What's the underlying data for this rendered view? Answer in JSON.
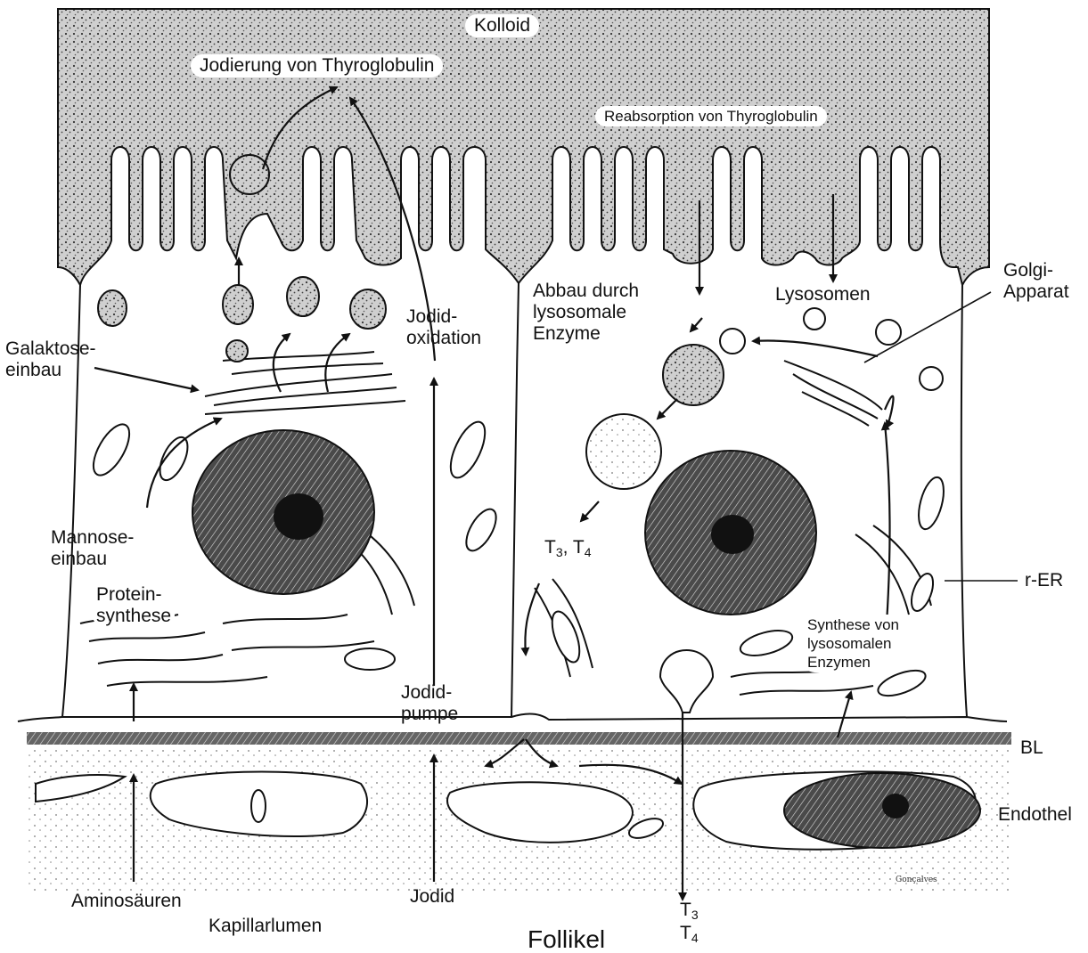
{
  "labels": {
    "kolloid": "Kolloid",
    "jodierung": "Jodierung von Thyroglobulin",
    "reabsorption": "Reabsorption von Thyroglobulin",
    "abbau": "Abbau durch\nlysosomale\nEnzyme",
    "lysosomen": "Lysosomen",
    "golgi": "Golgi-\nApparat",
    "galaktose": "Galaktose-\neinbau",
    "jodid_oxidation": "Jodid-\noxidation",
    "mannose": "Mannose-\neinbau",
    "proteinsynthese": "Protein-\nsynthese",
    "jodidpumpe": "Jodid-\npumpe",
    "t3_t4_upper": {
      "t": "T",
      "s3": "3",
      "sep": ", ",
      "s4": "4"
    },
    "r_er": "r-ER",
    "synthese": "Synthese von\nlysosomalen\nEnzymen",
    "bl": "BL",
    "endothel": "Endothel",
    "aminosaeuren": "Aminosäuren",
    "kapillarlumen": "Kapillarlumen",
    "jodid": "Jodid",
    "t3_lower": {
      "t": "T",
      "s": "3"
    },
    "t4_lower": {
      "t": "T",
      "s": "4"
    },
    "follikel": "Follikel",
    "signature": "Gonçalves"
  },
  "colors": {
    "ink": "#111111",
    "colloid": "#c9c9c9",
    "cytoplasm": "#ffffff",
    "nucleus": "#3a3a3a",
    "label_bg": "#ffffff"
  }
}
